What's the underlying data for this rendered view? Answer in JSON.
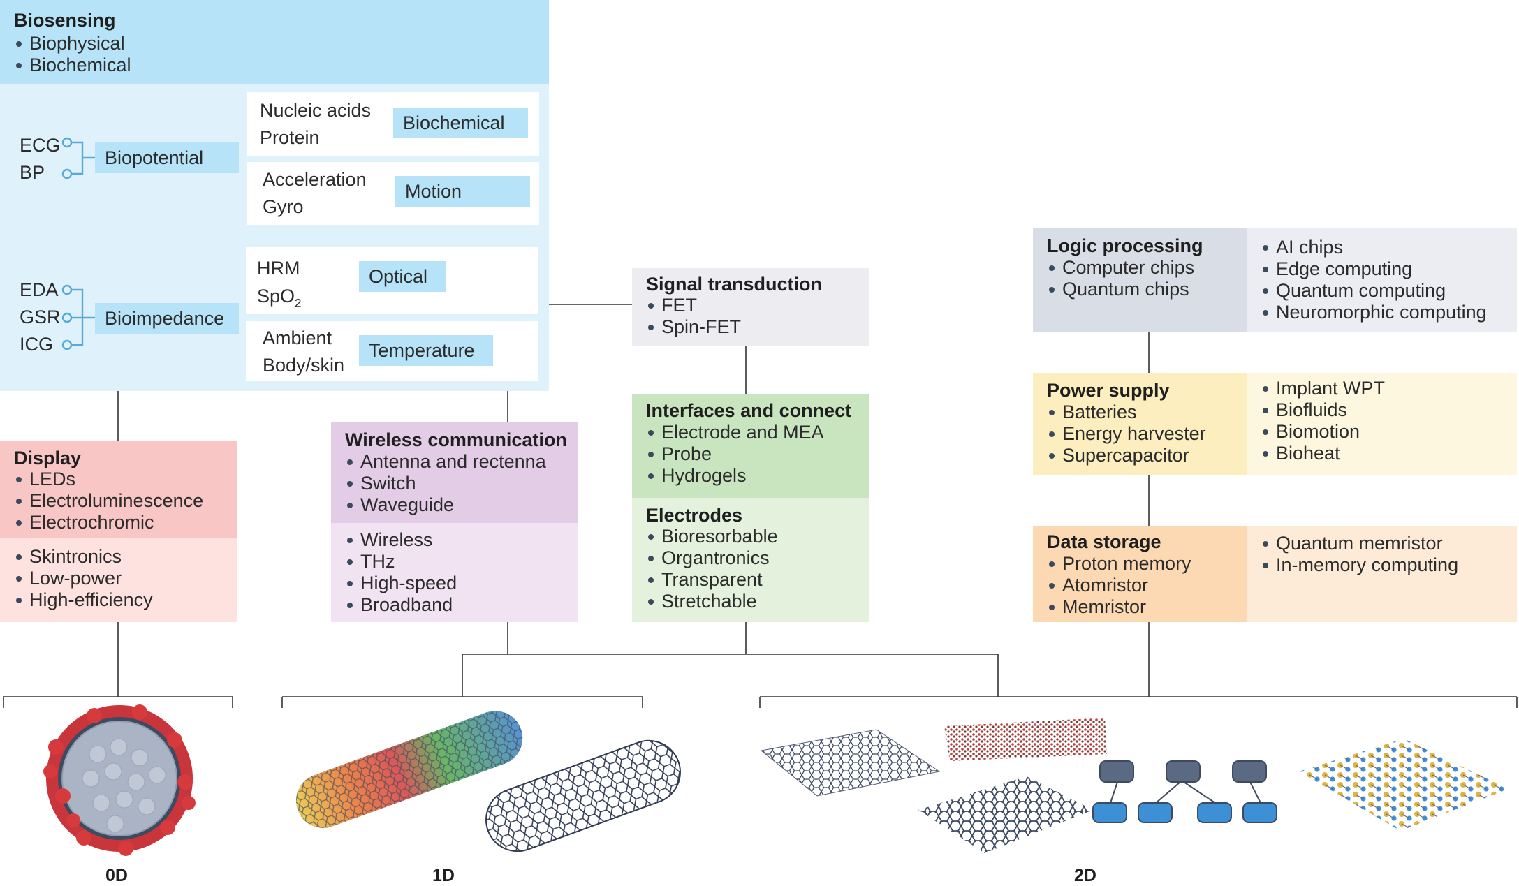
{
  "biosensing": {
    "title": "Biosensing",
    "items": [
      "Biophysical",
      "Biochemical"
    ],
    "biopotential": {
      "label": "Biopotential",
      "inputs": [
        "ECG",
        "BP"
      ]
    },
    "bioimpedance": {
      "label": "Bioimpedance",
      "inputs": [
        "EDA",
        "GSR",
        "ICG"
      ]
    },
    "biochemical": {
      "label": "Biochemical",
      "lines": [
        "Nucleic acids",
        "Protein"
      ]
    },
    "motion": {
      "label": "Motion",
      "lines": [
        "Acceleration",
        "Gyro"
      ]
    },
    "optical": {
      "label": "Optical",
      "line1": "HRM",
      "line2_main": "SpO",
      "line2_sub": "2"
    },
    "temperature": {
      "label": "Temperature",
      "lines": [
        "Ambient",
        "Body/skin"
      ]
    }
  },
  "display": {
    "title": "Display",
    "items": [
      "LEDs",
      "Electroluminescence",
      "Electrochromic"
    ],
    "features": [
      "Skintronics",
      "Low-power",
      "High-efficiency"
    ]
  },
  "wireless": {
    "title": "Wireless communication",
    "items": [
      "Antenna and rectenna",
      "Switch",
      "Waveguide"
    ],
    "features": [
      "Wireless",
      "THz",
      "High-speed",
      "Broadband"
    ]
  },
  "signal": {
    "title": "Signal transduction",
    "items": [
      "FET",
      "Spin-FET"
    ]
  },
  "interfaces": {
    "title": "Interfaces and connect",
    "items": [
      "Electrode and MEA",
      "Probe",
      "Hydrogels"
    ]
  },
  "electrodes": {
    "title": "Electrodes",
    "items": [
      "Bioresorbable",
      "Organtronics",
      "Transparent",
      "Stretchable"
    ]
  },
  "logic": {
    "title": "Logic processing",
    "items": [
      "Computer chips",
      "Quantum chips"
    ],
    "features": [
      "AI chips",
      "Edge computing",
      "Quantum computing",
      "Neuromorphic computing"
    ]
  },
  "power": {
    "title": "Power supply",
    "items": [
      "Batteries",
      "Energy harvester",
      "Supercapacitor"
    ],
    "features": [
      "Implant WPT",
      "Biofluids",
      "Biomotion",
      "Bioheat"
    ]
  },
  "storage": {
    "title": "Data storage",
    "items": [
      "Proton memory",
      "Atomristor",
      "Memristor"
    ],
    "features": [
      "Quantum memristor",
      "In-memory computing"
    ]
  },
  "dimensions": [
    "0D",
    "1D",
    "2D"
  ],
  "colors": {
    "biosensing_header": "#b6e3f7",
    "biosensing_body": "#dff2fb",
    "tag_blue": "#b6e3f7",
    "display_header": "#f8c6c4",
    "display_body": "#fde2df",
    "wireless_header": "#e3cce6",
    "wireless_body": "#f1e3f2",
    "signal": "#ececf1",
    "interfaces": "#c9e5bf",
    "electrodes": "#e4f2dd",
    "logic_header": "#d9dde6",
    "logic_body": "#ecedf2",
    "power_header": "#fdeec0",
    "power_body": "#fef7e0",
    "storage_header": "#fcd9b3",
    "storage_body": "#fdebd7"
  }
}
